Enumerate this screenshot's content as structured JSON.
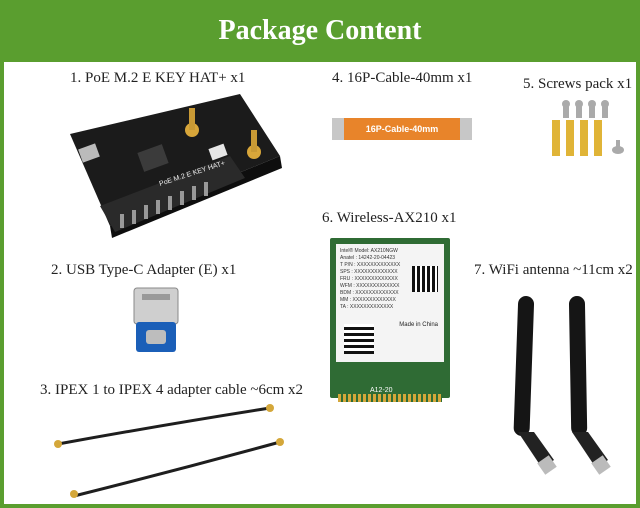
{
  "header": {
    "title": "Package Content"
  },
  "items": [
    {
      "label": "1. PoE M.2 E KEY HAT+ x1",
      "board_texts": [
        "PoE M.2 E KEY HAT+"
      ]
    },
    {
      "label": "4. 16P-Cable-40mm x1",
      "cable_text": "16P-Cable-40mm"
    },
    {
      "label": "5. Screws pack x1"
    },
    {
      "label": "2. USB Type-C Adapter (E) x1"
    },
    {
      "label": "6. Wireless-AX210 x1",
      "card_lines": [
        "Intel® Model: AX210NGW",
        "Anatel : 14242-20-04423",
        "T P/N : XXXXXXXXXXXXX",
        "SPS : XXXXXXXXXXXXX",
        "FRU : XXXXXXXXXXXXX",
        "WFM : XXXXXXXXXXXXX",
        "BDM : XXXXXXXXXXXXX",
        "MM : XXXXXXXXXXXXX",
        "TA : XXXXXXXXXXXXX"
      ],
      "made_in": "Made in China",
      "edge_label": "A12-20"
    },
    {
      "label": "7. WiFi antenna ~11cm x2"
    },
    {
      "label": "3. IPEX 1 to IPEX 4 adapter cable ~6cm x2"
    }
  ]
}
